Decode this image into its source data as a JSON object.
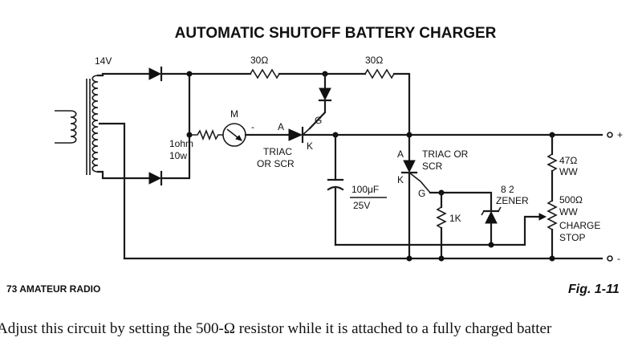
{
  "title": "AUTOMATIC SHUTOFF BATTERY CHARGER",
  "source": "73 AMATEUR RADIO",
  "figure": "Fig. 1-11",
  "caption": "Adjust this circuit by setting the 500-Ω resistor while it is attached to a fully charged batter",
  "components": {
    "transformer_voltage": "14V",
    "r1_value": "30Ω",
    "r2_value": "30Ω",
    "shunt_value": "1ohm",
    "shunt_power": "10w",
    "meter_label": "M",
    "meter_minus": "-",
    "scr1_anode": "A",
    "scr1_gate": "G",
    "scr1_cathode": "K",
    "scr1_type_1": "TRIAC",
    "scr1_type_2": "OR SCR",
    "cap_value": "100μF",
    "cap_voltage": "25V",
    "scr2_anode": "A",
    "scr2_cathode": "K",
    "scr2_gate": "G",
    "scr2_type_1": "TRIAC OR",
    "scr2_type_2": "SCR",
    "r_gate_value": "1K",
    "zener_value": "8 2",
    "zener_label": "ZENER",
    "r47_value": "47Ω",
    "r47_type": "WW",
    "pot_value": "500Ω",
    "pot_type": "WW",
    "pot_name_1": "CHARGE",
    "pot_name_2": "STOP",
    "out_plus": "+",
    "out_minus": "-"
  }
}
